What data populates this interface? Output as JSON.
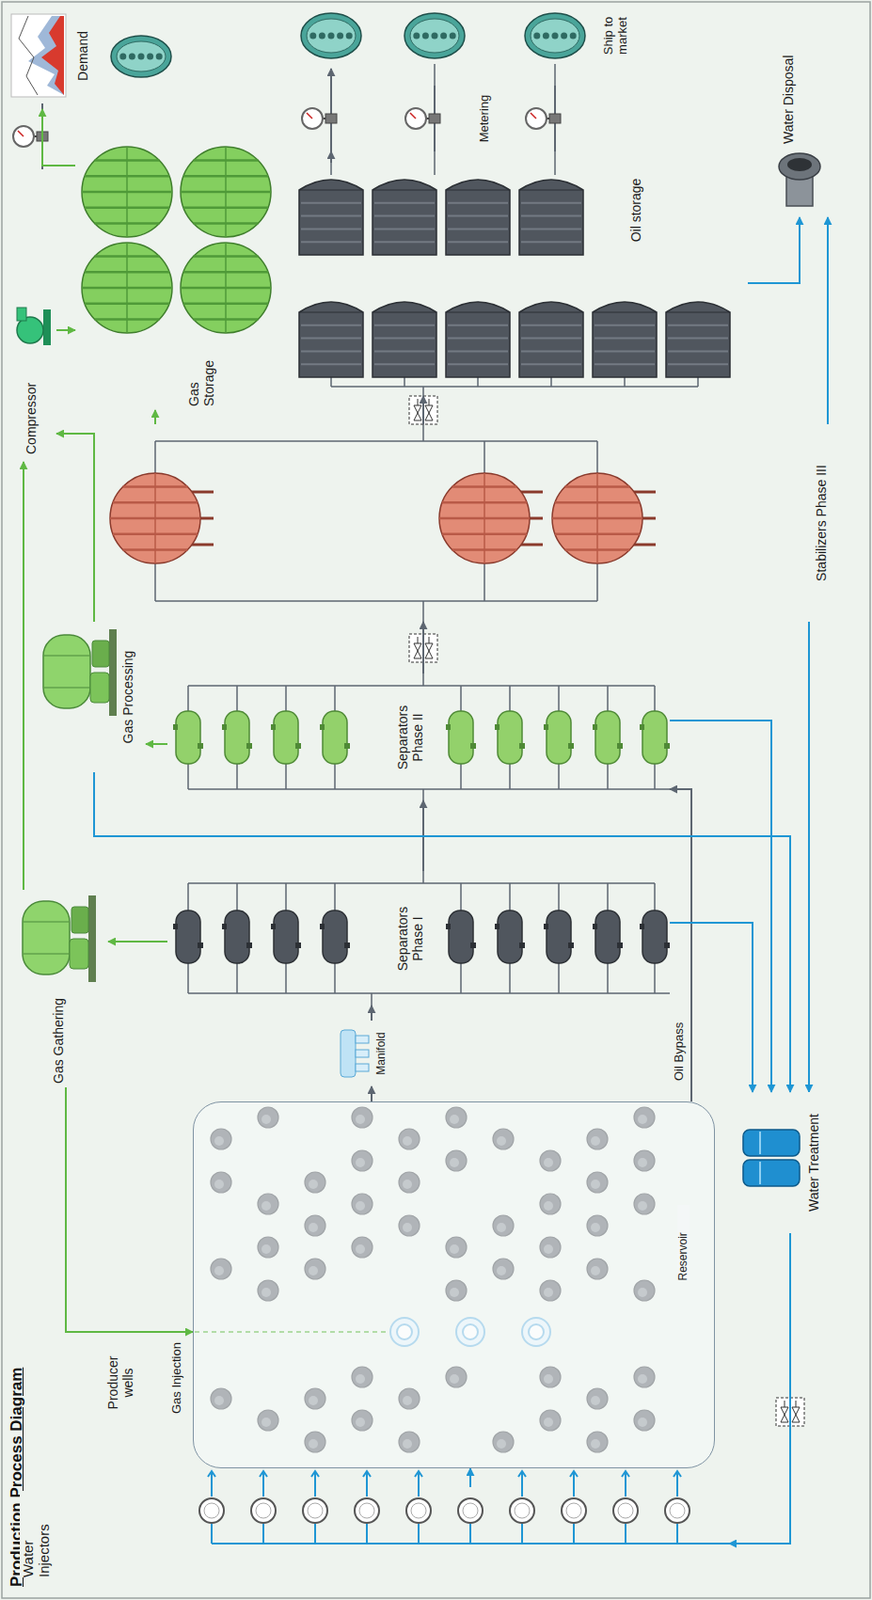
{
  "diagram": {
    "title": "Production Process Diagram",
    "nodes": [
      {
        "text": [
          "Water Injectors"
        ]
      },
      {
        "text": [
          "Reservoir"
        ]
      },
      {
        "text": [
          "Manifold"
        ]
      },
      {
        "text": [
          "Separators Phase I"
        ]
      },
      {
        "text": [
          "Separators Phase II"
        ]
      },
      {
        "text": [
          "Stabilizers Phase III"
        ]
      },
      {
        "text": [
          "Oil storage"
        ]
      },
      {
        "text": [
          "Metering"
        ]
      },
      {
        "text": [
          "Ship to market"
        ]
      },
      {
        "text": [
          "Gas Gathering"
        ]
      },
      {
        "text": [
          "Gas Processing"
        ]
      },
      {
        "text": [
          "Compressor"
        ]
      },
      {
        "text": [
          "Gas Storage"
        ]
      },
      {
        "text": [
          "Demand"
        ]
      },
      {
        "text": [
          "Water Treatment"
        ]
      },
      {
        "text": [
          "Water Disposal"
        ]
      }
    ],
    "edges": [
      {
        "from": 0,
        "to": 1,
        "arrow": "to"
      },
      {
        "from": 1,
        "to": 2,
        "arrow": "to"
      },
      {
        "from": 2,
        "to": 3,
        "arrow": "to"
      },
      {
        "from": 3,
        "to": 4,
        "arrow": "to"
      },
      {
        "from": 1,
        "to": 4,
        "label": "Oil Bypass",
        "arrow": "to"
      },
      {
        "from": 4,
        "to": 5,
        "arrow": "to"
      },
      {
        "from": 5,
        "to": 6,
        "arrow": "to"
      },
      {
        "from": 6,
        "to": 7,
        "arrow": "to"
      },
      {
        "from": 7,
        "to": 8,
        "arrow": "to"
      },
      {
        "from": 3,
        "to": 9,
        "arrow": "to"
      },
      {
        "from": 9,
        "to": 11,
        "arrow": "to"
      },
      {
        "from": 9,
        "to": 1,
        "label": "Gas Injection",
        "arrow": "to"
      },
      {
        "from": 4,
        "to": 10,
        "arrow": "to"
      },
      {
        "from": 10,
        "to": 11,
        "arrow": "to"
      },
      {
        "from": 11,
        "to": 12,
        "arrow": "to"
      },
      {
        "from": 5,
        "to": 12,
        "arrow": "to"
      },
      {
        "from": 12,
        "to": 13,
        "arrow": "to"
      },
      {
        "from": 3,
        "to": 14,
        "arrow": "to"
      },
      {
        "from": 4,
        "to": 14,
        "arrow": "to"
      },
      {
        "from": 10,
        "to": 14,
        "arrow": "to"
      },
      {
        "from": 5,
        "to": 14,
        "arrow": "to"
      },
      {
        "from": 14,
        "to": 0,
        "arrow": "to"
      },
      {
        "from": 6,
        "to": 15,
        "arrow": "to"
      },
      {
        "from": 5,
        "to": 15,
        "arrow": "to"
      }
    ],
    "labels": [
      "Producer wells"
    ]
  }
}
